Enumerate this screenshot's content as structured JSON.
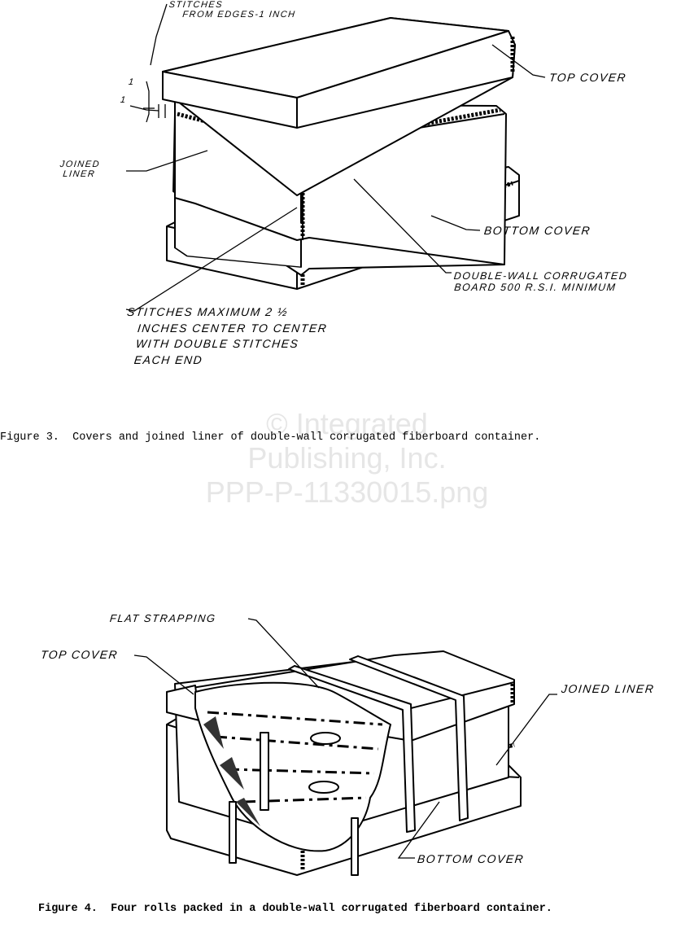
{
  "watermark": [
    "© Integrated",
    "Publishing, Inc.",
    "PPP-P-11330015.png"
  ],
  "figure3": {
    "labels": {
      "stitches_from_edges_1": "STITCHES",
      "stitches_from_edges_2": "FROM EDGES-1 INCH",
      "dim_1": "1",
      "dim_2": "1",
      "top_cover": "TOP COVER",
      "joined_liner_1": "JOINED",
      "joined_liner_2": "LINER",
      "bottom_cover": "BOTTOM COVER",
      "board_1": "DOUBLE-WALL CORRUGATED",
      "board_2": "BOARD 500 R.S.I. MINIMUM",
      "stitch_max_1": "STITCHES MAXIMUM 2 ½",
      "stitch_max_2": "INCHES CENTER TO CENTER",
      "stitch_max_3": "WITH DOUBLE STITCHES",
      "stitch_max_4": "EACH END"
    },
    "caption": "Figure 3.  Covers and joined liner of double-wall corrugated fiberboard container."
  },
  "figure4": {
    "labels": {
      "flat_strapping": "FLAT STRAPPING",
      "top_cover": "TOP COVER",
      "joined_liner": "JOINED LINER",
      "bottom_cover": "BOTTOM COVER"
    },
    "caption": "Figure 4.  Four rolls packed in a double-wall corrugated fiberboard container."
  }
}
